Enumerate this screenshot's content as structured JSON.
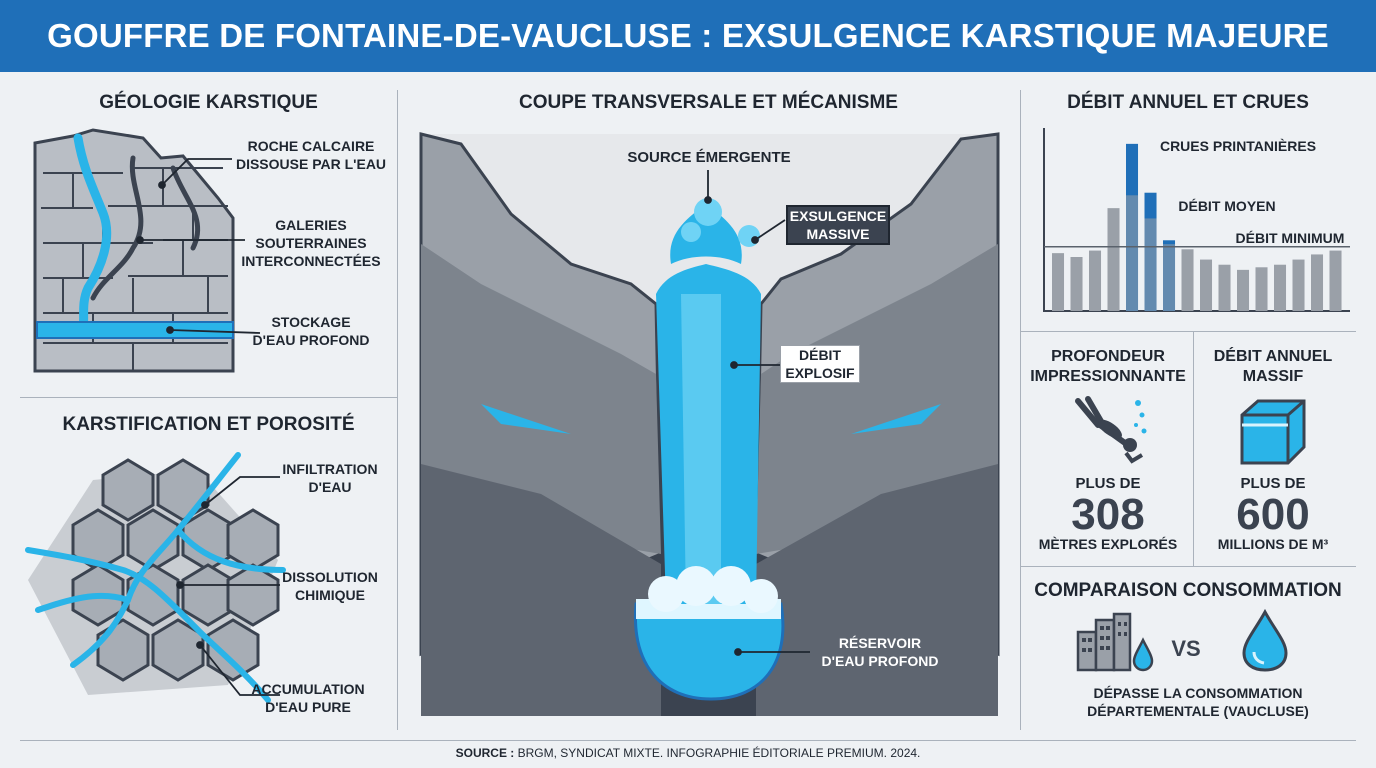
{
  "header": {
    "title": "GOUFFRE DE FONTAINE-DE-VAUCLUSE : EXSULGENCE KARSTIQUE MAJEURE"
  },
  "geology": {
    "title": "GÉOLOGIE KARSTIQUE",
    "labels": [
      [
        "ROCHE CALCAIRE",
        "DISSOUSE PAR L'EAU"
      ],
      [
        "GALERIES",
        "SOUTERRAINES",
        "INTERCONNECTÉES"
      ],
      [
        "STOCKAGE",
        "D'EAU PROFOND"
      ]
    ]
  },
  "karst": {
    "title": "KARSTIFICATION ET POROSITÉ",
    "labels": [
      [
        "INFILTRATION",
        "D'EAU"
      ],
      [
        "DISSOLUTION",
        "CHIMIQUE"
      ],
      [
        "ACCUMULATION",
        "D'EAU PURE"
      ]
    ]
  },
  "section": {
    "title": "COUPE TRANSVERSALE ET MÉCANISME",
    "source_label": "SOURCE ÉMERGENTE",
    "exsurgence": [
      "EXSULGENCE",
      "MASSIVE"
    ],
    "debit": [
      "DÉBIT",
      "EXPLOSIF"
    ],
    "reservoir": [
      "RÉSERVOIR",
      "D'EAU PROFOND"
    ]
  },
  "flow_chart": {
    "title": "DÉBIT ANNUEL ET CRUES",
    "labels": {
      "floods": "CRUES PRINTANIÈRES",
      "mean": "DÉBIT MOYEN",
      "minimum": "DÉBIT MINIMUM"
    }
  },
  "chart_data": {
    "type": "bar",
    "title": "DÉBIT ANNUEL ET CRUES",
    "xlabel": "",
    "ylabel": "",
    "categories": [],
    "values": [
      45,
      42,
      47,
      80,
      90,
      72,
      52,
      48,
      40,
      36,
      32,
      34,
      36,
      40,
      44,
      47
    ],
    "flood_values": [
      0,
      0,
      0,
      80,
      130,
      92,
      55,
      0,
      0,
      0,
      0,
      0,
      0,
      0,
      0,
      0
    ],
    "mean_line": 50,
    "ylim": [
      0,
      140
    ],
    "grid": false,
    "colors": {
      "base": "#9aa0a8",
      "flood": "#1f6fb8",
      "mean_line": "#5a626c"
    }
  },
  "depth": {
    "title": [
      "PROFONDEUR",
      "IMPRESSIONNANTE"
    ],
    "prefix": "PLUS DE",
    "value": "308",
    "unit": "MÈTRES EXPLORÉS"
  },
  "volume": {
    "title": [
      "DÉBIT ANNUEL",
      "MASSIF"
    ],
    "prefix": "PLUS DE",
    "value": "600",
    "unit": "MILLIONS DE M³"
  },
  "comparison": {
    "title": "COMPARAISON CONSOMMATION",
    "vs": "VS",
    "caption": [
      "DÉPASSE LA CONSOMMATION",
      "DÉPARTEMENTALE (VAUCLUSE)"
    ]
  },
  "footer": {
    "source_bold": "SOURCE :",
    "source_text": " BRGM, SYNDICAT MIXTE. INFOGRAPHIE ÉDITORIALE PREMIUM. 2024."
  },
  "colors": {
    "banner": "#1f6fb8",
    "water": "#2ab4e8",
    "rock": "#9aa0a8",
    "dark": "#3b4350"
  },
  "icons": [
    "diver-icon",
    "water-cube-icon",
    "buildings-icon",
    "water-drop-icon"
  ]
}
